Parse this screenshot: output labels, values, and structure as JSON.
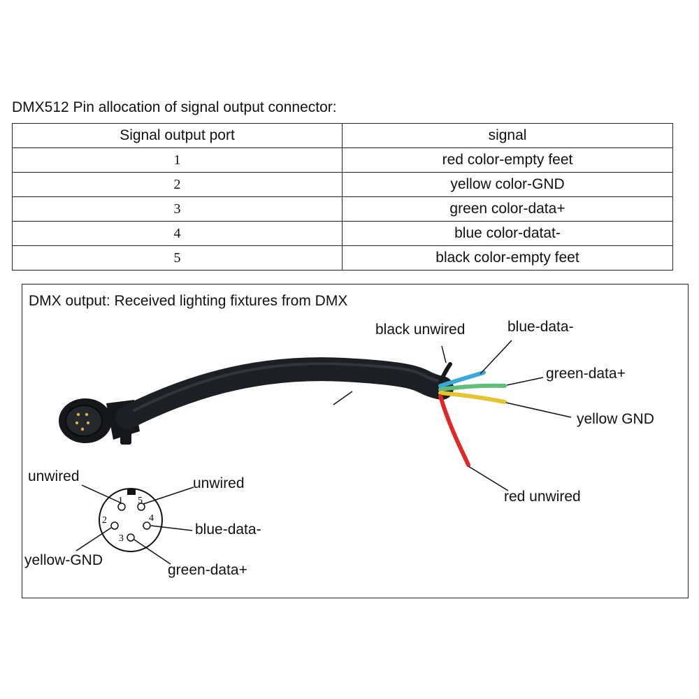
{
  "table": {
    "title": "DMX512 Pin allocation of signal output connector:",
    "headers": [
      "Signal output port",
      "signal"
    ],
    "rows": [
      {
        "port": "1",
        "signal": "red color-empty feet"
      },
      {
        "port": "2",
        "signal": "yellow color-GND"
      },
      {
        "port": "3",
        "signal": "green color-data+"
      },
      {
        "port": "4",
        "signal": "blue color-datat-"
      },
      {
        "port": "5",
        "signal": "black color-empty feet"
      }
    ]
  },
  "diagram": {
    "title": "DMX output: Received lighting fixtures from DMX",
    "cable_labels": {
      "black": "black unwired",
      "blue": "blue-data-",
      "green": "green-data+",
      "yellow": "yellow GND",
      "red": "red unwired"
    },
    "pinout_labels": {
      "pin1": "unwired",
      "pin5": "unwired",
      "pin4": "blue-data-",
      "pin2": "yellow-GND",
      "pin3": "green-data+"
    },
    "pin_numbers": [
      "1",
      "2",
      "3",
      "4",
      "5"
    ],
    "wire_colors": {
      "black": "#1a1a1a",
      "blue": "#39a9d9",
      "green": "#5fbf7a",
      "yellow": "#e5c431",
      "red": "#e02828",
      "cable": "#1c1f24"
    }
  }
}
